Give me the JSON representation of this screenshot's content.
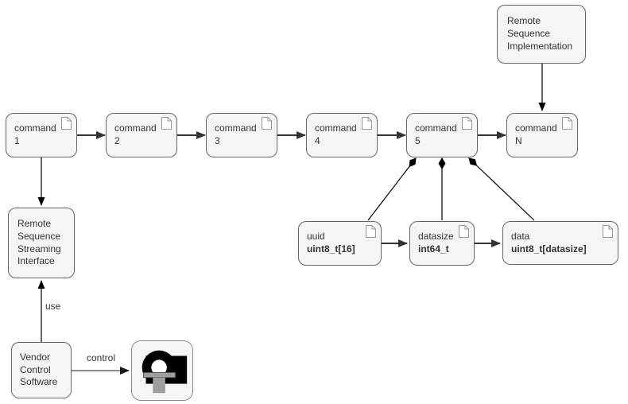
{
  "diagram": {
    "background_color": "#ffffff",
    "node_fill": "#f5f5f5",
    "node_border": "#666666",
    "text_color": "#333333",
    "thick_arrow_color": "#333333",
    "thin_line_color": "#000000",
    "control_arrow_color": "#666666"
  },
  "icons": {
    "page": "page-icon",
    "mri": "mri-scanner-icon"
  },
  "nodes": {
    "remote_sequence_implementation": {
      "label": "Remote\nSequence\nImplementation"
    },
    "command1": {
      "label": "command\n1"
    },
    "command2": {
      "label": "command\n2"
    },
    "command3": {
      "label": "command\n3"
    },
    "command4": {
      "label": "command\n4"
    },
    "command5": {
      "label": "command\n5"
    },
    "commandN": {
      "label": "command\nN"
    },
    "rssi": {
      "label": "Remote\nSequence\nStreaming\nInterface"
    },
    "uuid": {
      "name": "uuid",
      "type": "uint8_t[16]"
    },
    "datasize": {
      "name": "datasize",
      "type": "int64_t"
    },
    "data": {
      "name": "data",
      "type": "uint8_t[datasize]"
    },
    "vendor": {
      "label": "Vendor\nControl\nSoftware"
    }
  },
  "edges": {
    "use_label": "use",
    "control_label": "control",
    "relations": [
      {
        "from": "command 1",
        "to": "command 2",
        "type": "arrow"
      },
      {
        "from": "command 2",
        "to": "command 3",
        "type": "arrow"
      },
      {
        "from": "command 3",
        "to": "command 4",
        "type": "arrow"
      },
      {
        "from": "command 4",
        "to": "command 5",
        "type": "arrow"
      },
      {
        "from": "command 5",
        "to": "command N",
        "type": "arrow"
      },
      {
        "from": "Remote Sequence Implementation",
        "to": "command N",
        "type": "arrow"
      },
      {
        "from": "command 1",
        "to": "Remote Sequence Streaming Interface",
        "type": "arrow"
      },
      {
        "from": "Vendor Control Software",
        "to": "Remote Sequence Streaming Interface",
        "type": "arrow",
        "label": "use"
      },
      {
        "from": "Vendor Control Software",
        "to": "MRI scanner",
        "type": "arrow",
        "label": "control"
      },
      {
        "from": "command 5",
        "to": "uuid",
        "type": "composition-diamond"
      },
      {
        "from": "command 5",
        "to": "datasize",
        "type": "composition-diamond"
      },
      {
        "from": "command 5",
        "to": "data",
        "type": "composition-diamond"
      },
      {
        "from": "uuid",
        "to": "datasize",
        "type": "arrow"
      },
      {
        "from": "datasize",
        "to": "data",
        "type": "arrow"
      }
    ]
  }
}
